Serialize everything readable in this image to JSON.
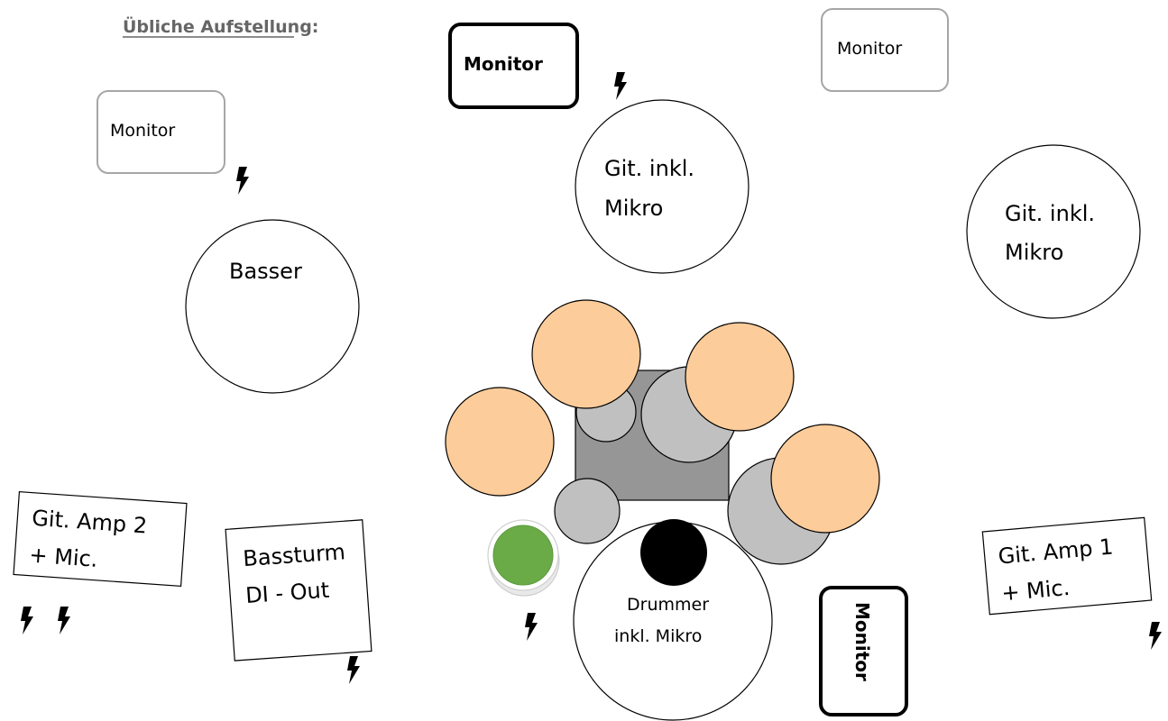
{
  "title": "Übliche Aufstellung:",
  "monitors": {
    "top_left": "Monitor",
    "top_center": "Monitor",
    "top_right": "Monitor",
    "drum_side": "Monitor"
  },
  "players": {
    "bass": "Basser",
    "guitar_center_line1": "Git. inkl.",
    "guitar_center_line2": "Mikro",
    "guitar_right_line1": "Git. inkl.",
    "guitar_right_line2": "Mikro",
    "drummer_line1": "Drummer",
    "drummer_line2": "inkl. Mikro"
  },
  "amps": {
    "amp2_line1": "Git. Amp 2",
    "amp2_line2": "+ Mic.",
    "bass_tower_line1": "Bassturm",
    "bass_tower_line2": "DI - Out",
    "amp1_line1": "Git. Amp 1",
    "amp1_line2": "+ Mic."
  },
  "icons": {
    "power": "lightning-bolt"
  },
  "colors": {
    "cymbal": "#fccc9a",
    "drum": "#c0c0c0",
    "drum_riser": "#969696",
    "pad": "#6aab47",
    "bass_drum": "#000000",
    "title": "#666666"
  }
}
